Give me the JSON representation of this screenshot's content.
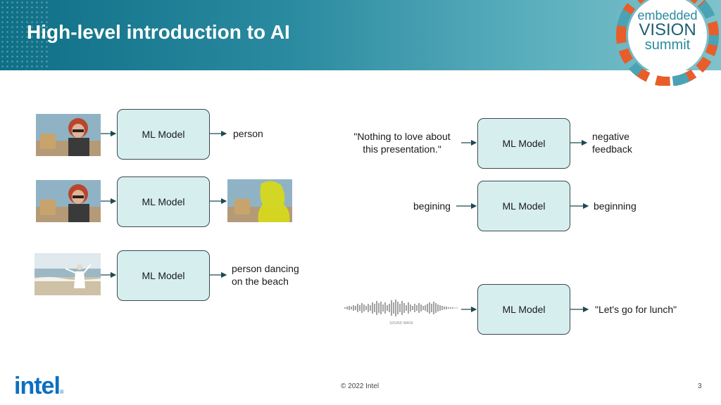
{
  "slide": {
    "title": "High-level introduction to AI",
    "logo": {
      "line1": "embedded",
      "line2": "VISION",
      "line3": "summit"
    },
    "page_number": "3",
    "copyright": "© 2022 Intel",
    "brand": "intel"
  },
  "left_examples": [
    {
      "input": "photo-woman-sunglasses",
      "model": "ML Model",
      "output": "person"
    },
    {
      "input": "photo-woman-sunglasses",
      "model": "ML Model",
      "output": "segmented-photo"
    },
    {
      "input": "photo-beach-dancer",
      "model": "ML Model",
      "output_line1": "person dancing",
      "output_line2": "on the beach"
    }
  ],
  "right_examples": [
    {
      "input_line1": "\"Nothing to love about",
      "input_line2": "this presentation.\"",
      "model": "ML Model",
      "output_line1": "negative",
      "output_line2": "feedback"
    },
    {
      "input": "begining",
      "model": "ML Model",
      "output": "beginning"
    },
    {
      "input": "sound-wave",
      "input_caption": "SOUND WAVE",
      "model": "ML Model",
      "output": "\"Let's go for lunch\""
    }
  ]
}
